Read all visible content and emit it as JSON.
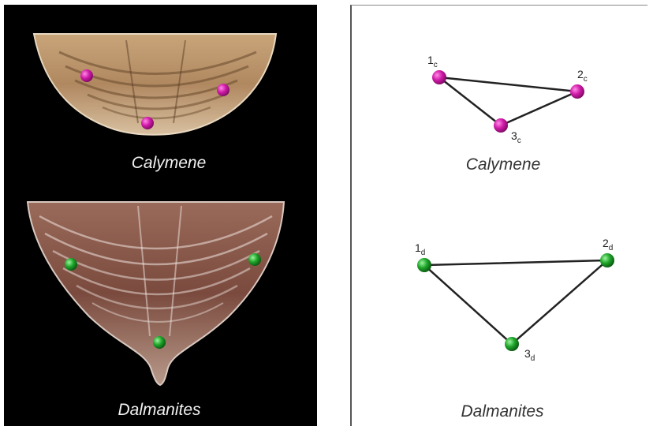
{
  "left_panel": {
    "specimen_top": {
      "name": "Calymene",
      "landmark_color": "#d01aa8"
    },
    "specimen_bottom": {
      "name": "Dalmanites",
      "landmark_color": "#1fa52a"
    }
  },
  "right_panel": {
    "triangle_top": {
      "name": "Calymene",
      "color": "#d01aa8",
      "landmarks": [
        {
          "num": "1",
          "sub": "c"
        },
        {
          "num": "2",
          "sub": "c"
        },
        {
          "num": "3",
          "sub": "c"
        }
      ]
    },
    "triangle_bottom": {
      "name": "Dalmanites",
      "color": "#1fa52a",
      "landmarks": [
        {
          "num": "1",
          "sub": "d"
        },
        {
          "num": "2",
          "sub": "d"
        },
        {
          "num": "3",
          "sub": "d"
        }
      ]
    }
  }
}
